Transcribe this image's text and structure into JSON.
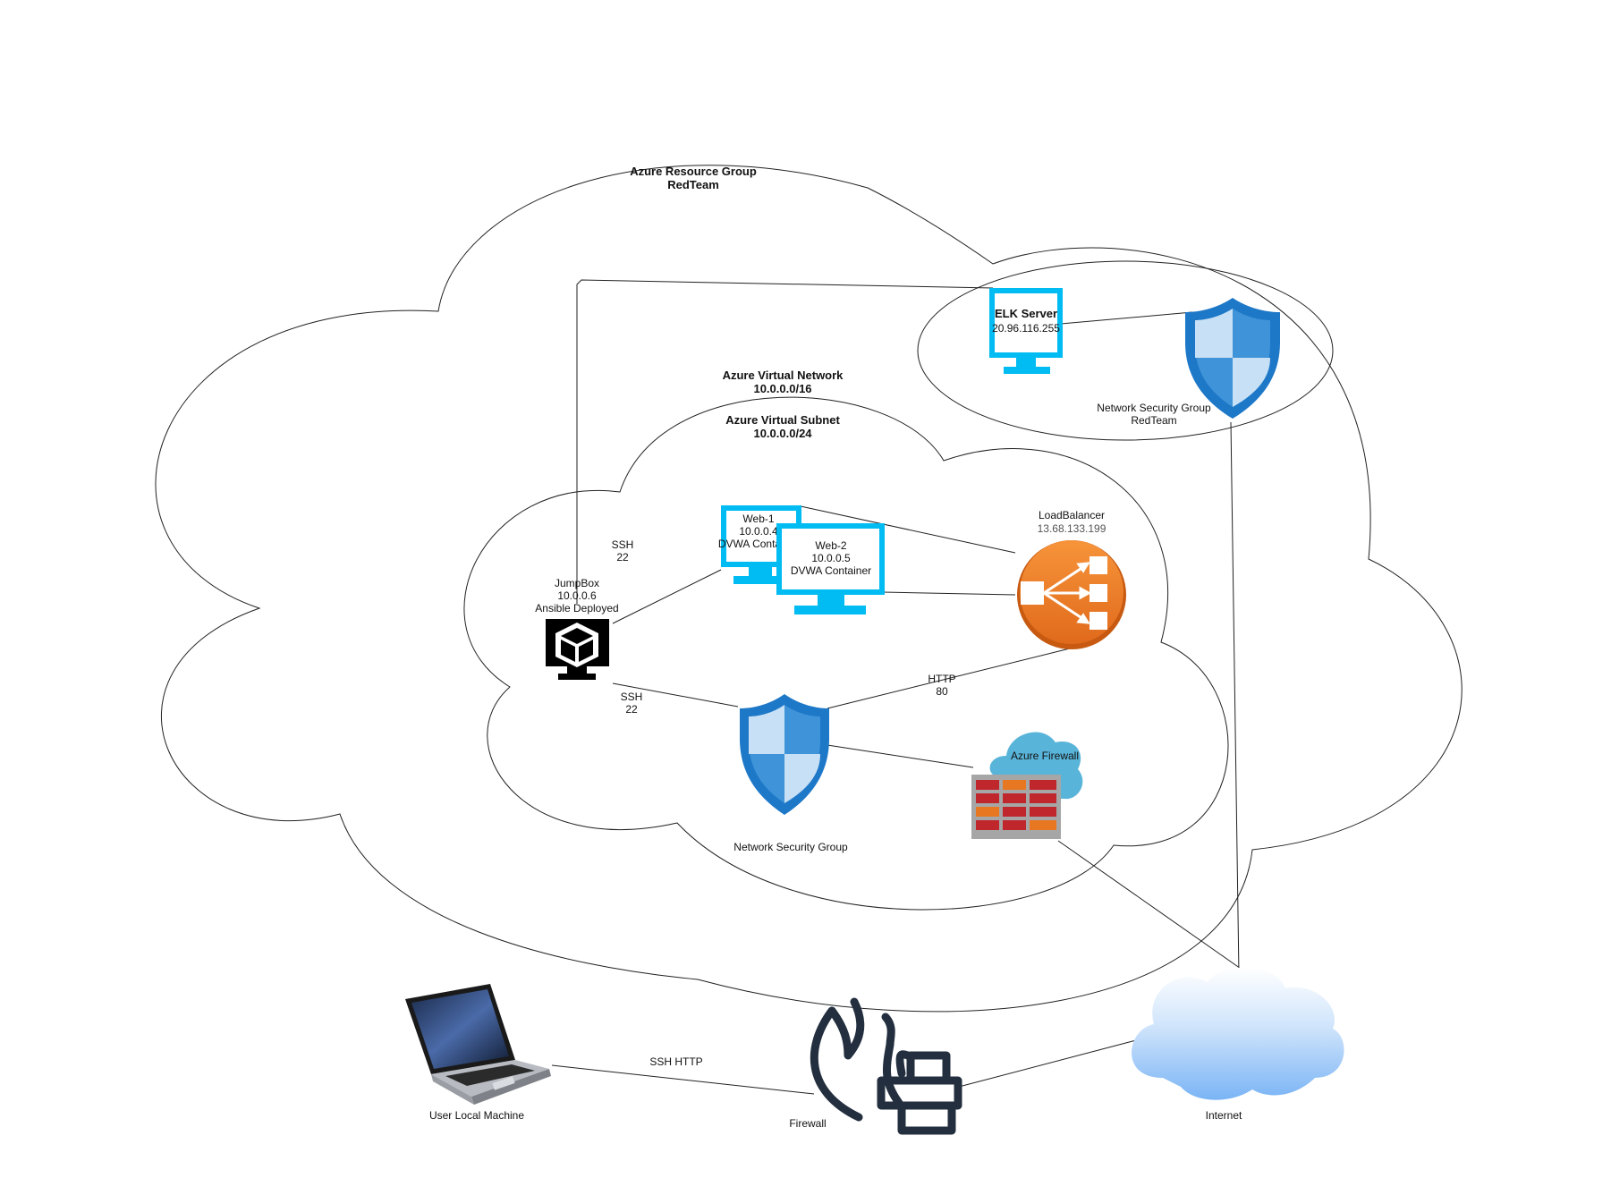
{
  "resource_group": {
    "title": "Azure Resource Group",
    "name": "RedTeam"
  },
  "vnet": {
    "title": "Azure Virtual Network",
    "cidr": "10.0.0.0/16"
  },
  "subnet": {
    "title": "Azure Virtual Subnet",
    "cidr": "10.0.0.0/24"
  },
  "elk": {
    "title": "ELK Server",
    "ip": "20.96.116.255"
  },
  "nsg_redteam": {
    "line1": "Network Security Group",
    "line2": "RedTeam"
  },
  "web1": {
    "name": "Web-1",
    "ip": "10.0.0.4",
    "role": "DVWA Container"
  },
  "web2": {
    "name": "Web-2",
    "ip": "10.0.0.5",
    "role": "DVWA Container"
  },
  "jumpbox": {
    "name": "JumpBox",
    "ip": "10.0.0.6",
    "role": "Ansible Deployed"
  },
  "loadbalancer": {
    "name": "LoadBalancer",
    "ip": "13.68.133.199"
  },
  "nsg": {
    "label": "Network Security Group"
  },
  "azure_firewall": {
    "label": "Azure Firewall"
  },
  "edges": {
    "ssh_top": {
      "proto": "SSH",
      "port": "22"
    },
    "ssh_bottom": {
      "proto": "SSH",
      "port": "22"
    },
    "http": {
      "proto": "HTTP",
      "port": "80"
    },
    "user_link": "SSH HTTP"
  },
  "user_machine": {
    "label": "User Local Machine"
  },
  "firewall": {
    "label": "Firewall"
  },
  "internet": {
    "label": "Internet"
  },
  "colors": {
    "azure_cyan": "#00bcf2",
    "shield_blue": "#1e78c8",
    "lb_orange": "#f58534",
    "firewall_red": "#c0272d"
  }
}
